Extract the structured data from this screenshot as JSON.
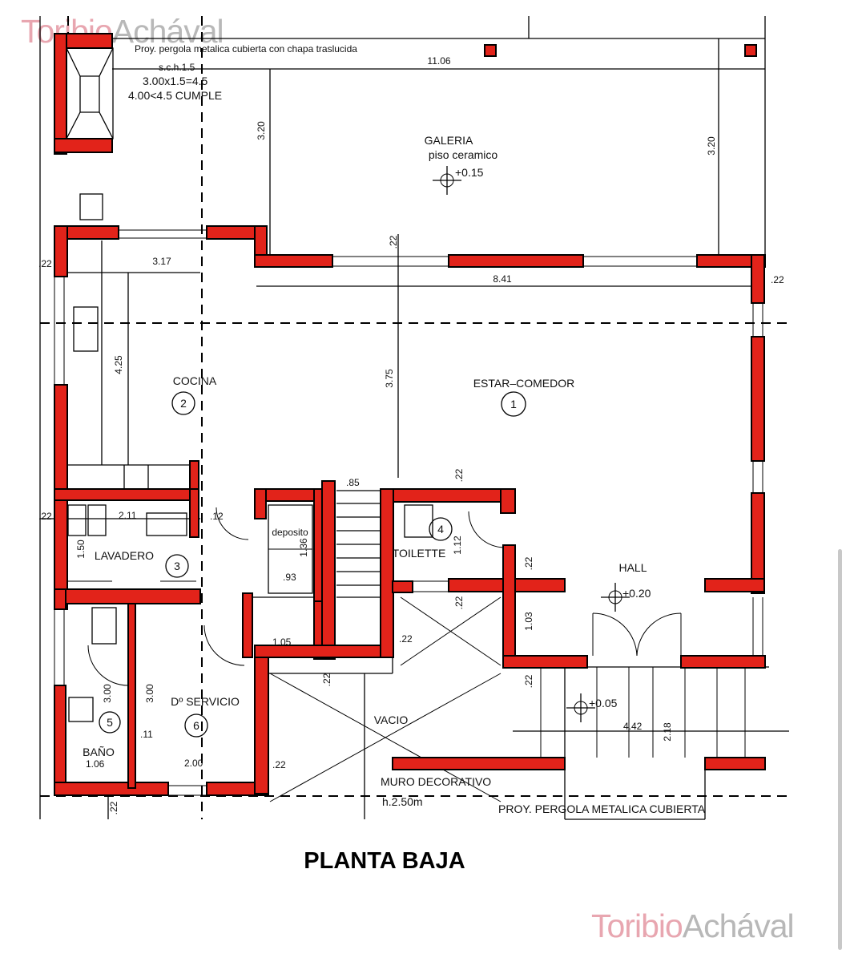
{
  "title": "PLANTA BAJA",
  "watermark": {
    "part1": "Toribio",
    "part2": "Achával"
  },
  "rooms": {
    "estar": {
      "name": "ESTAR–COMEDOR",
      "number": "1"
    },
    "cocina": {
      "name": "COCINA",
      "number": "2"
    },
    "lavadero": {
      "name": "LAVADERO",
      "number": "3"
    },
    "toilette": {
      "name": "TOILETTE",
      "number": "4"
    },
    "bano": {
      "name": "BAÑO",
      "number": "5"
    },
    "servicio": {
      "name": "Dº SERVICIO",
      "number": "6"
    },
    "galeria": {
      "name": "GALERIA",
      "floor": "piso ceramico",
      "level": "+0.15"
    },
    "hall": {
      "name": "HALL",
      "level": "+0.20"
    },
    "entrada": {
      "level": "+0.05"
    },
    "vacio": {
      "name": "VACIO"
    },
    "deposito": {
      "name": "deposito"
    }
  },
  "annotations": {
    "pergola_top": "Proy. pergola metalica cubierta con chapa traslucida",
    "pergola_dim": "11.06",
    "calc1": "s.c.h.1.5",
    "calc2": "3.00x1.5=4.5",
    "calc3": "4.00<4.5 CUMPLE",
    "muro": "MURO DECORATIVO",
    "muro_h": "h.2.50m",
    "pergola_bottom": "PROY. PERGOLA METALICA CUBIERTA"
  },
  "dims": {
    "d317": "3.17",
    "d841": "8.41",
    "d22": ".22",
    "d320": "3.20",
    "d425": "4.25",
    "d375": "3.75",
    "d85": ".85",
    "d211": "2.11",
    "d150": "1.50",
    "d93": ".93",
    "d136": "1.36",
    "d105": "1.05",
    "d300": "3.00",
    "d200": "2.00",
    "d106": "1.06",
    "d442": "4.42",
    "d218": "2.18",
    "d103": "1.03",
    "d12": ".12",
    "d11": ".11",
    "d112": "1.12"
  }
}
